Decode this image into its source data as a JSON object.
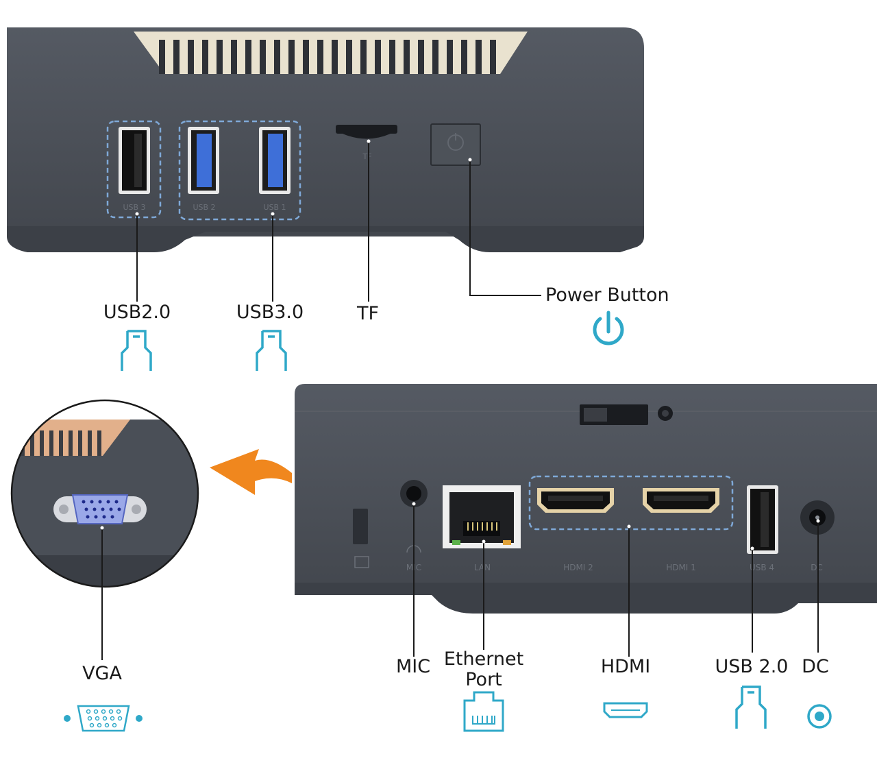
{
  "colors": {
    "body": "#4a4f57",
    "body_dark": "#3a3e45",
    "body_top": "#5a5f68",
    "accent_teal": "#2fa8c8",
    "usb3_blue": "#3e6fd8",
    "arrow_orange": "#f0871e",
    "line": "#1a1a1a",
    "dash": "#7fa9d8"
  },
  "front": {
    "port_labels": [
      "USB 3",
      "USB 2",
      "USB 1"
    ],
    "tf_port_label": "TF",
    "callouts": {
      "usb20": "USB2.0",
      "usb30": "USB3.0",
      "tf": "TF",
      "power": "Power Button"
    }
  },
  "back": {
    "port_labels": [
      "MIC",
      "LAN",
      "HDMI 2",
      "HDMI 1",
      "USB 4",
      "DC"
    ],
    "callouts": {
      "mic": "MIC",
      "ethernet": "Ethernet\nPort",
      "hdmi": "HDMI",
      "usb20": "USB 2.0",
      "dc": "DC"
    }
  },
  "side": {
    "callouts": {
      "vga": "VGA"
    }
  },
  "icons": [
    "usb-icon",
    "power-icon",
    "vga-icon",
    "ethernet-icon",
    "hdmi-icon",
    "dc-icon"
  ]
}
